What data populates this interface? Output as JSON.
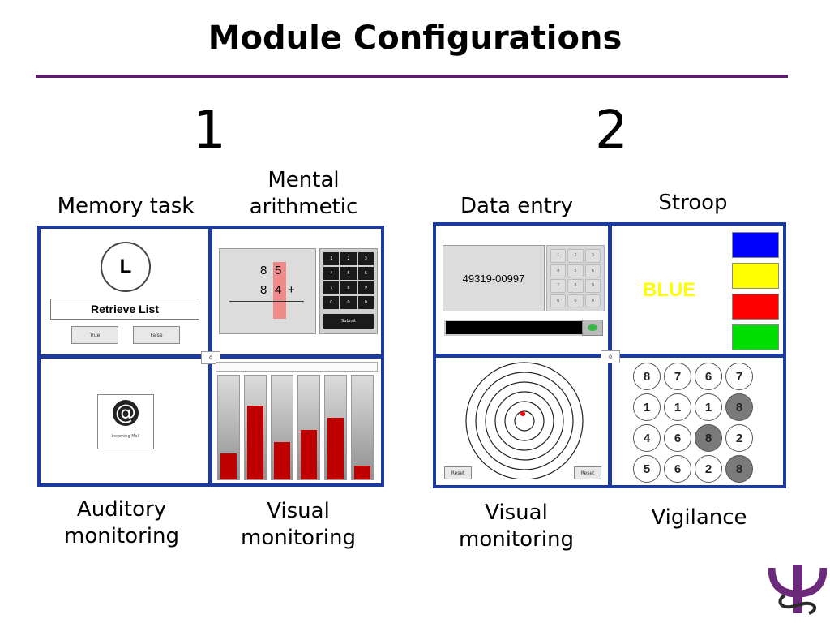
{
  "title": "Module Configurations",
  "config1": {
    "number": "1",
    "labels": {
      "memory": "Memory task",
      "arith_line1": "Mental",
      "arith_line2": "arithmetic",
      "auditory_line1": "Auditory",
      "auditory_line2": "monitoring",
      "visual_line1": "Visual",
      "visual_line2": "monitoring"
    },
    "memory": {
      "letter": "L",
      "retrieve": "Retrieve List",
      "true_btn": "True",
      "false_btn": "False"
    },
    "arith": {
      "row1": [
        "8",
        "5"
      ],
      "row2": [
        "8",
        "4",
        "+"
      ],
      "keys": [
        "1",
        "2",
        "3",
        "4",
        "5",
        "6",
        "7",
        "8",
        "9",
        "0",
        "0",
        "0"
      ],
      "submit": "Submit"
    },
    "center_counter": "0",
    "mail": {
      "symbol": "@",
      "caption": "Incoming Mail"
    },
    "gauges": [
      0.25,
      0.71,
      0.36,
      0.48,
      0.59,
      0.13
    ]
  },
  "config2": {
    "number": "2",
    "labels": {
      "data_entry": "Data entry",
      "stroop": "Stroop",
      "visual_line1": "Visual",
      "visual_line2": "monitoring",
      "vigilance": "Vigilance"
    },
    "data_entry": {
      "value": "49319-00997",
      "keys": [
        "1",
        "2",
        "3",
        "4",
        "5",
        "6",
        "7",
        "8",
        "9",
        "0",
        "0",
        "0"
      ]
    },
    "stroop": {
      "word": "BLUE",
      "word_color": "#ffff00",
      "swatches": [
        "#0000ff",
        "#ffff00",
        "#ff0000",
        "#00dd00"
      ]
    },
    "center_counter": "0",
    "radar": {
      "reset_left": "Reset",
      "reset_right": "Reset",
      "target_color": "#ff0000"
    },
    "vigilance": {
      "rows": [
        [
          {
            "v": "8",
            "gray": false
          },
          {
            "v": "7",
            "gray": false
          },
          {
            "v": "6",
            "gray": false
          },
          {
            "v": "7",
            "gray": false
          }
        ],
        [
          {
            "v": "1",
            "gray": false
          },
          {
            "v": "1",
            "gray": false
          },
          {
            "v": "1",
            "gray": false
          },
          {
            "v": "8",
            "gray": true
          }
        ],
        [
          {
            "v": "4",
            "gray": false
          },
          {
            "v": "6",
            "gray": false
          },
          {
            "v": "8",
            "gray": true
          },
          {
            "v": "2",
            "gray": false
          }
        ],
        [
          {
            "v": "5",
            "gray": false
          },
          {
            "v": "6",
            "gray": false
          },
          {
            "v": "2",
            "gray": false
          },
          {
            "v": "8",
            "gray": true
          }
        ]
      ]
    }
  },
  "colors": {
    "accent": "#5a1d6a",
    "panel_border": "#1c3a9e",
    "gauge_fill": "#c00000"
  },
  "logo": {
    "icon": "psi-logo-icon",
    "color": "#6b2a7a"
  }
}
